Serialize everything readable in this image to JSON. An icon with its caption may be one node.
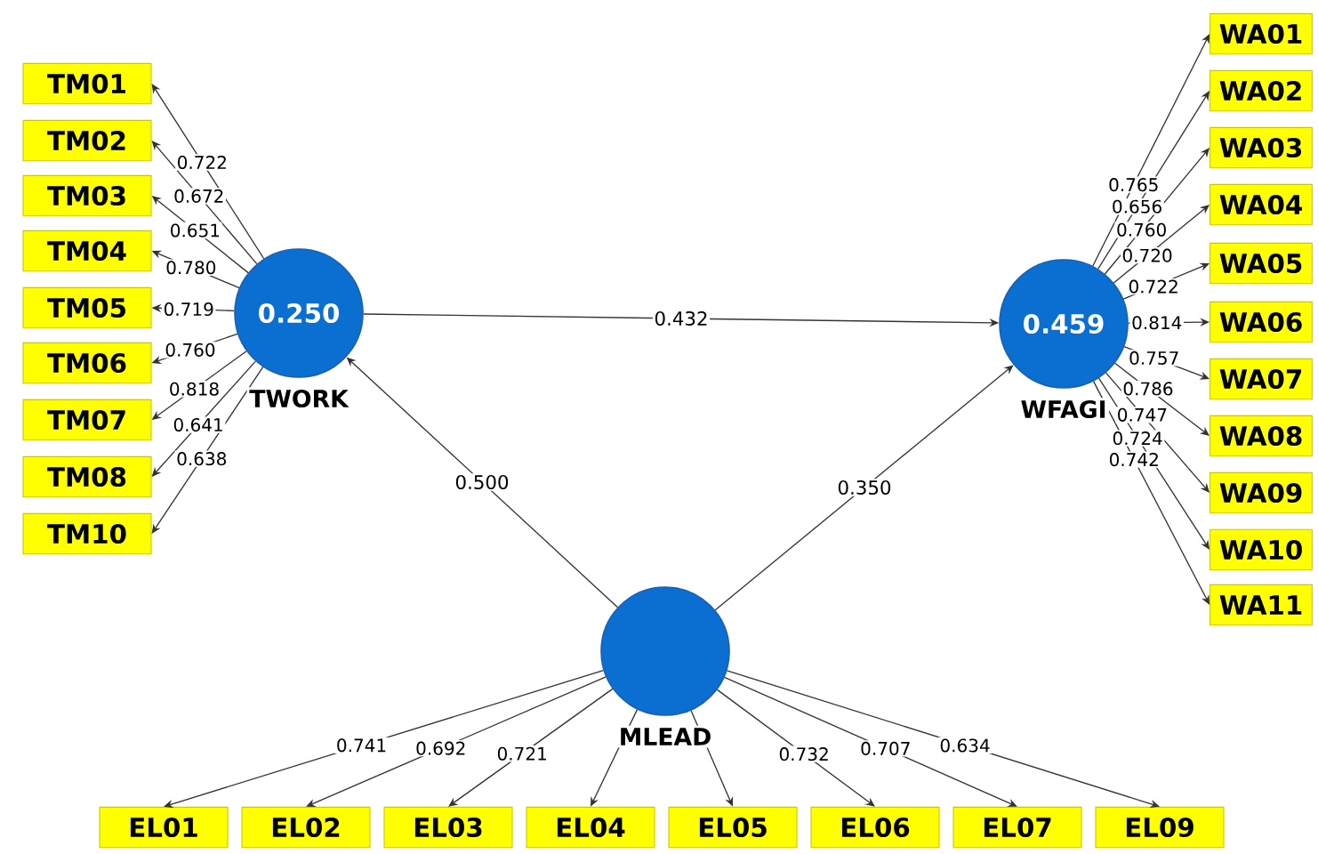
{
  "diagram": {
    "nodes": [
      {
        "text": [
          "0.250",
          "TWORK"
        ]
      },
      {
        "text": [
          "0.459",
          "WFAGI"
        ]
      },
      {
        "text": [
          "MLEAD"
        ]
      },
      {
        "text": [
          "TM01"
        ]
      },
      {
        "text": [
          "TM02"
        ]
      },
      {
        "text": [
          "TM03"
        ]
      },
      {
        "text": [
          "TM04"
        ]
      },
      {
        "text": [
          "TM05"
        ]
      },
      {
        "text": [
          "TM06"
        ]
      },
      {
        "text": [
          "TM07"
        ]
      },
      {
        "text": [
          "TM08"
        ]
      },
      {
        "text": [
          "TM10"
        ]
      },
      {
        "text": [
          "WA01"
        ]
      },
      {
        "text": [
          "WA02"
        ]
      },
      {
        "text": [
          "WA03"
        ]
      },
      {
        "text": [
          "WA04"
        ]
      },
      {
        "text": [
          "WA05"
        ]
      },
      {
        "text": [
          "WA06"
        ]
      },
      {
        "text": [
          "WA07"
        ]
      },
      {
        "text": [
          "WA08"
        ]
      },
      {
        "text": [
          "WA09"
        ]
      },
      {
        "text": [
          "WA10"
        ]
      },
      {
        "text": [
          "WA11"
        ]
      },
      {
        "text": [
          "EL01"
        ]
      },
      {
        "text": [
          "EL02"
        ]
      },
      {
        "text": [
          "EL03"
        ]
      },
      {
        "text": [
          "EL04"
        ]
      },
      {
        "text": [
          "EL05"
        ]
      },
      {
        "text": [
          "EL06"
        ]
      },
      {
        "text": [
          "EL07"
        ]
      },
      {
        "text": [
          "EL09"
        ]
      }
    ],
    "edges": [
      {
        "from": 0,
        "to": 1,
        "arrow": "to",
        "label": "0.432"
      },
      {
        "from": 2,
        "to": 0,
        "arrow": "to",
        "label": "0.500"
      },
      {
        "from": 2,
        "to": 1,
        "arrow": "to",
        "label": "0.350"
      },
      {
        "from": 0,
        "to": 3,
        "arrow": "to",
        "label": "0.722"
      },
      {
        "from": 0,
        "to": 4,
        "arrow": "to",
        "label": "0.672"
      },
      {
        "from": 0,
        "to": 5,
        "arrow": "to",
        "label": "0.651"
      },
      {
        "from": 0,
        "to": 6,
        "arrow": "to",
        "label": "0.780"
      },
      {
        "from": 0,
        "to": 7,
        "arrow": "to",
        "label": "0.719"
      },
      {
        "from": 0,
        "to": 8,
        "arrow": "to",
        "label": "0.760"
      },
      {
        "from": 0,
        "to": 9,
        "arrow": "to",
        "label": "0.818"
      },
      {
        "from": 0,
        "to": 10,
        "arrow": "to",
        "label": "0.641"
      },
      {
        "from": 0,
        "to": 11,
        "arrow": "to",
        "label": "0.638"
      },
      {
        "from": 1,
        "to": 12,
        "arrow": "to",
        "label": "0.765"
      },
      {
        "from": 1,
        "to": 13,
        "arrow": "to",
        "label": "0.656"
      },
      {
        "from": 1,
        "to": 14,
        "arrow": "to",
        "label": "0.760"
      },
      {
        "from": 1,
        "to": 15,
        "arrow": "to",
        "label": "0.720"
      },
      {
        "from": 1,
        "to": 16,
        "arrow": "to",
        "label": "0.722"
      },
      {
        "from": 1,
        "to": 17,
        "arrow": "to",
        "label": "0.814"
      },
      {
        "from": 1,
        "to": 18,
        "arrow": "to",
        "label": "0.757"
      },
      {
        "from": 1,
        "to": 19,
        "arrow": "to",
        "label": "0.786"
      },
      {
        "from": 1,
        "to": 20,
        "arrow": "to",
        "label": "0.747"
      },
      {
        "from": 1,
        "to": 21,
        "arrow": "to",
        "label": "0.724"
      },
      {
        "from": 1,
        "to": 22,
        "arrow": "to",
        "label": "0.742"
      },
      {
        "from": 2,
        "to": 23,
        "arrow": "to",
        "label": "0.741"
      },
      {
        "from": 2,
        "to": 24,
        "arrow": "to",
        "label": "0.692"
      },
      {
        "from": 2,
        "to": 25,
        "arrow": "to",
        "label": "0.721"
      },
      {
        "from": 2,
        "to": 26,
        "arrow": "to"
      },
      {
        "from": 2,
        "to": 27,
        "arrow": "to"
      },
      {
        "from": 2,
        "to": 28,
        "arrow": "to",
        "label": "0.732"
      },
      {
        "from": 2,
        "to": 29,
        "arrow": "to",
        "label": "0.707"
      },
      {
        "from": 2,
        "to": 30,
        "arrow": "to",
        "label": "0.634"
      }
    ]
  }
}
